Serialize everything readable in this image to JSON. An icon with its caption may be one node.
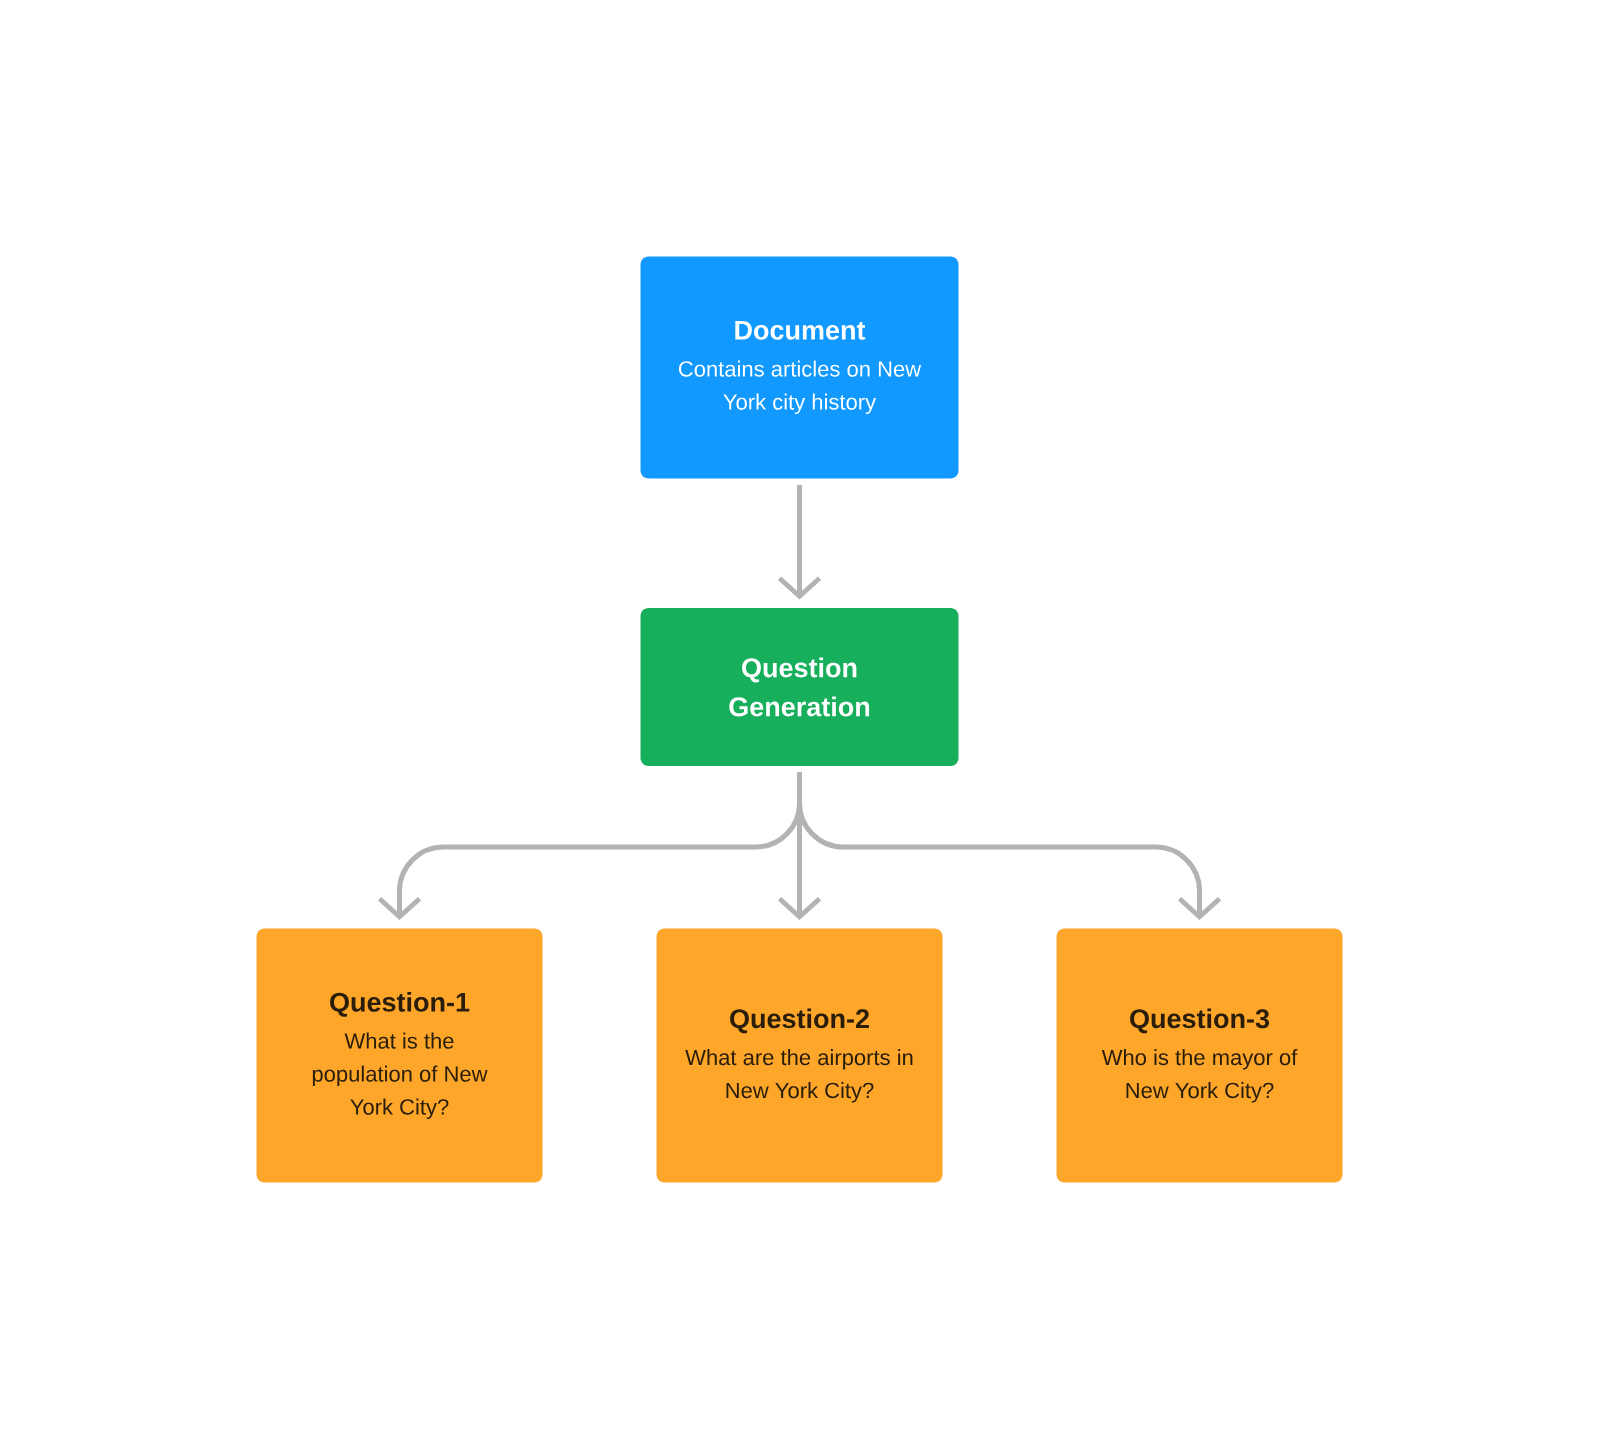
{
  "diagram": {
    "nodes": [
      {
        "text": [
          "Document",
          "Contains articles on New York city history"
        ]
      },
      {
        "text": [
          "Question Generation"
        ]
      },
      {
        "text": [
          "Question-1",
          "What is the population of New York City?"
        ]
      },
      {
        "text": [
          "Question-2",
          "What are the airports in New York City?"
        ]
      },
      {
        "text": [
          "Question-3",
          "Who is the mayor of New York City?"
        ]
      }
    ],
    "edges": [
      {
        "from": 0,
        "to": 1,
        "arrow": "to"
      },
      {
        "from": 1,
        "to": 2,
        "arrow": "to"
      },
      {
        "from": 1,
        "to": 3,
        "arrow": "to"
      },
      {
        "from": 1,
        "to": 4,
        "arrow": "to"
      }
    ]
  }
}
